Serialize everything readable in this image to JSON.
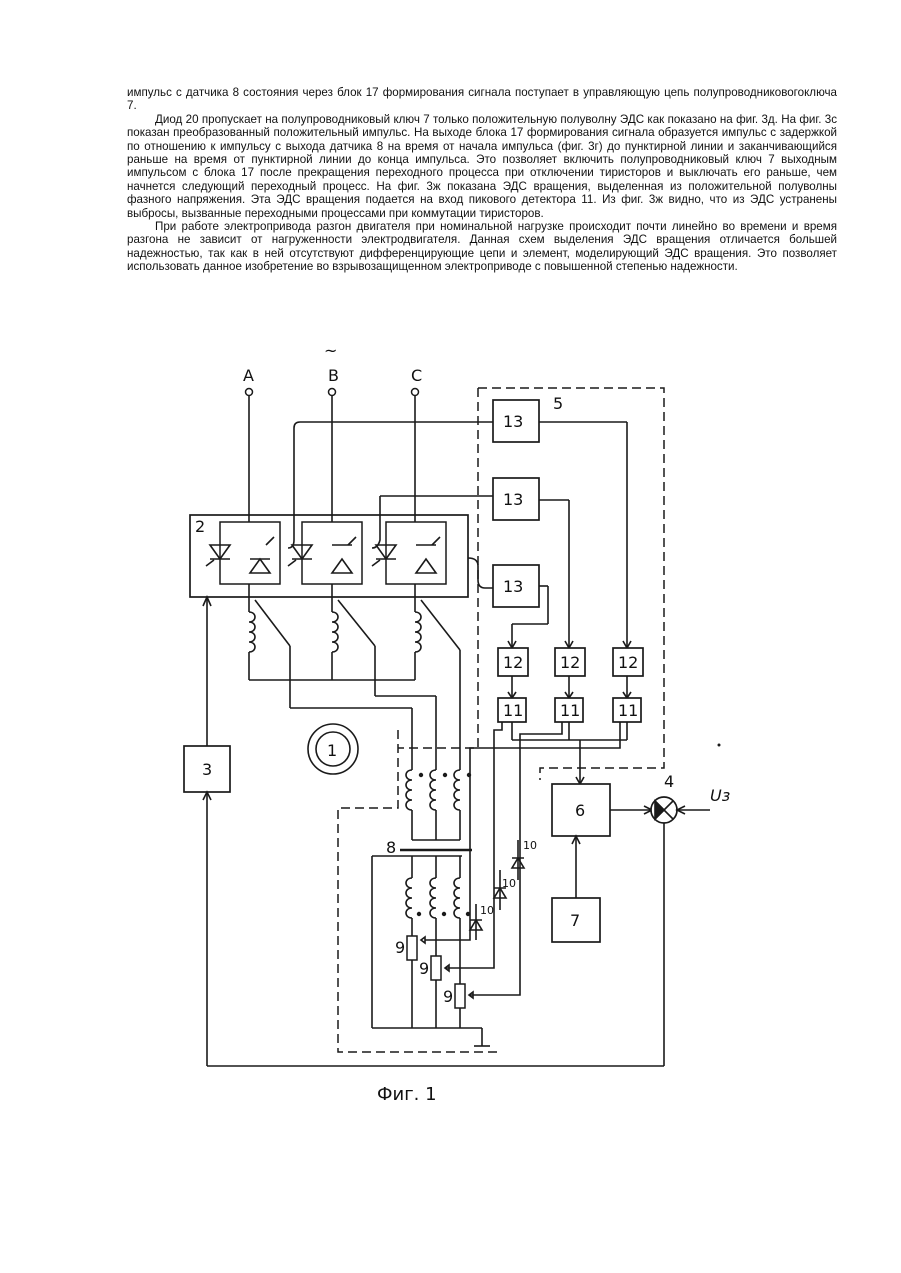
{
  "paragraphs": [
    "импульс с датчика 8 состояния через блок 17 формирования сигнала поступает в управляющую цепь полупроводниковогоключа 7.",
    "Диод 20 пропускает на полупроводниковый ключ 7 только положительную полуволну ЭДС как показано на фиг. 3д. На фиг. 3с показан преобразованный положительный импульс. На выходе блока 17 формирования сигнала образуется импульс с задержкой по отношению к импульсу с выхода датчика 8 на время от начала импульса (фиг. 3г) до пунктирной линии и заканчивающийся раньше на время от пунктирной линии до конца импульса. Это позволяет включить полупроводниковый ключ 7 выходным импульсом с блока 17 после прекращения переходного процесса при отключении тиристоров и выключать его раньше, чем начнется следующий переходный процесс. На фиг. 3ж показана ЭДС вращения, выделенная из положительной полуволны фазного напряжения. Эта ЭДС вращения подается на вход пикового детектора 11. Из фиг. 3ж видно, что из ЭДС устранены выбросы, вызванные переходными процессами при коммутации тиристоров.",
    "При работе электропривода разгон двигателя при номинальной нагрузке происходит почти линейно во времени и время разгона не зависит от нагруженности электродвигателя. Данная схем выделения ЭДС вращения отличается большей надежностью, так как в ней отсутствуют дифференцирующие цепи и элемент, моделирующий ЭДС вращения. Это позволяет использовать данное изобретение во взрывозащищенном электроприводе с повышенной степенью надежности."
  ],
  "figure": {
    "supply_symbol": "~",
    "phase_labels": [
      "A",
      "B",
      "C"
    ],
    "block_labels": {
      "b2": "2",
      "b3": "3",
      "b4": "4",
      "b5": "5",
      "b6": "6",
      "b7": "7",
      "b8": "8",
      "motor": "1",
      "b13": [
        "13",
        "13",
        "13"
      ],
      "b12": [
        "12",
        "12",
        "12"
      ],
      "b11": [
        "11",
        "11",
        "11"
      ],
      "r9": [
        "9",
        "9",
        "9"
      ],
      "d10": [
        "10",
        "10",
        "10"
      ]
    },
    "output_label": "Uз",
    "caption": "Фиг. 1"
  }
}
